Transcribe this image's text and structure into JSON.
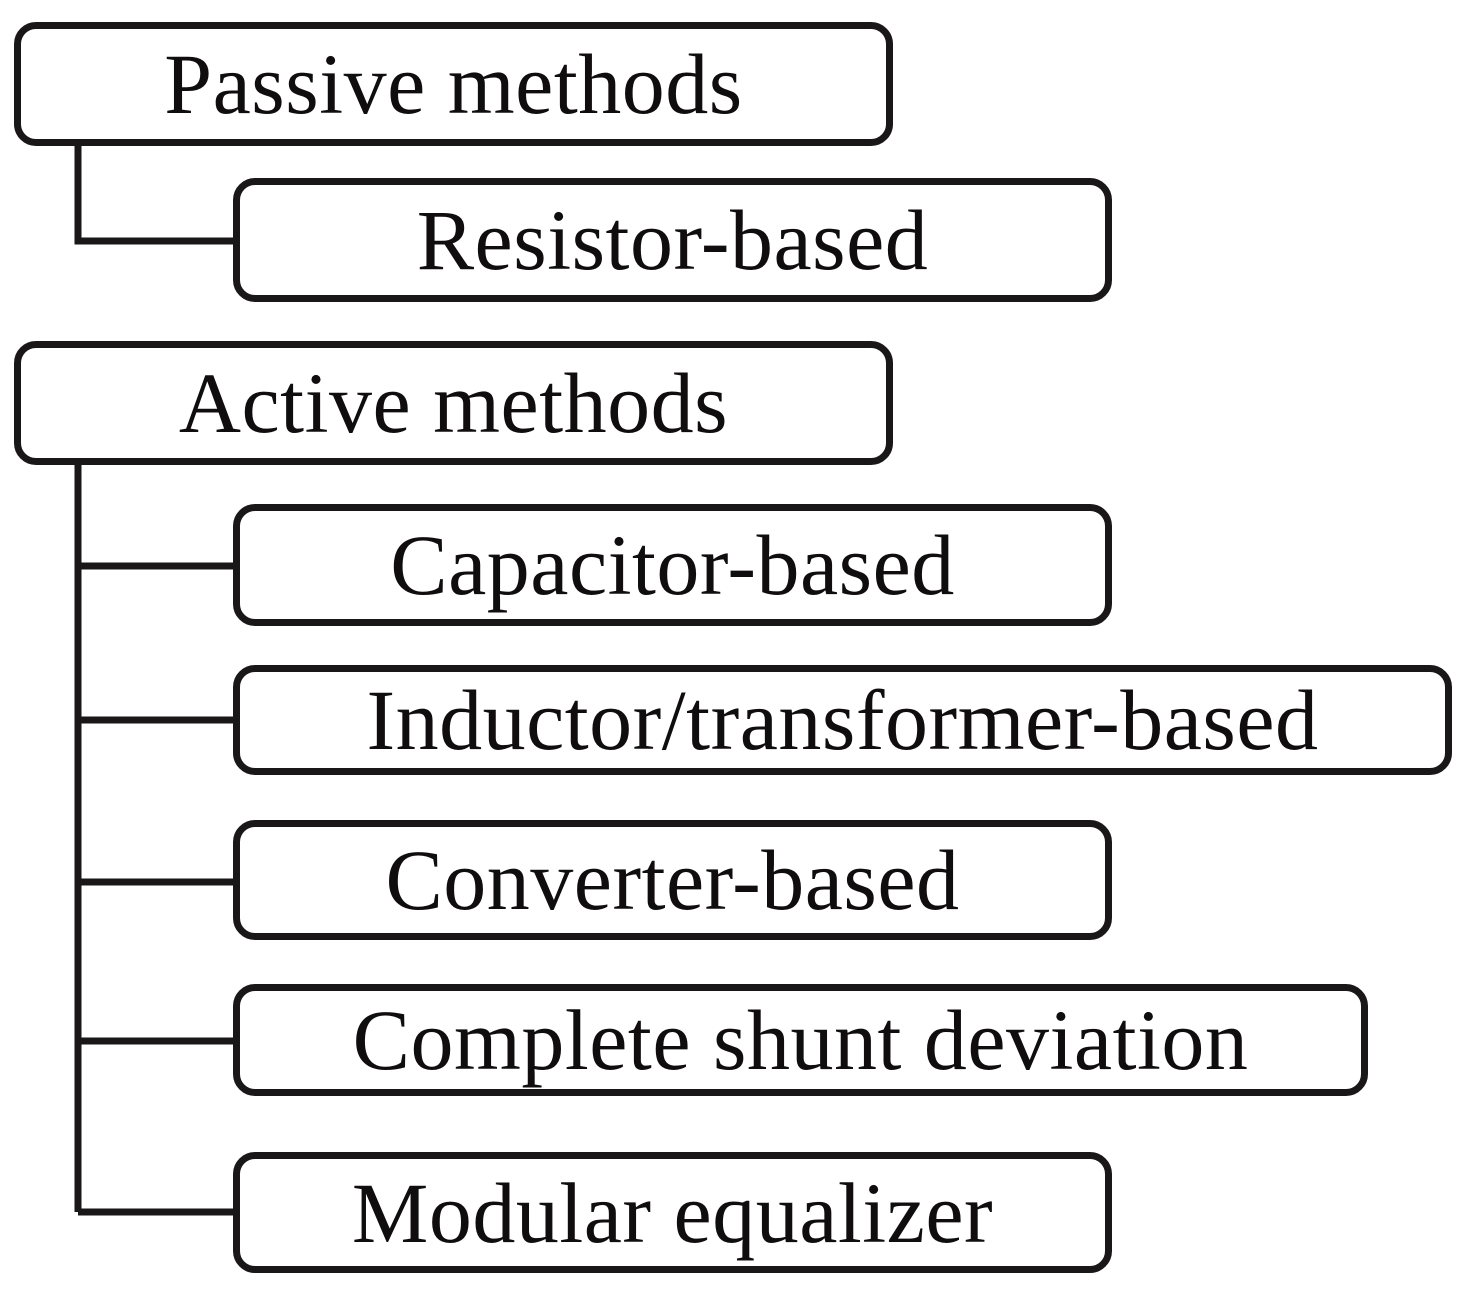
{
  "diagram": {
    "type": "tree",
    "title": "",
    "background_color": "#ffffff",
    "line_color": "#1a1718",
    "text_color": "#100d0e",
    "groups": [
      {
        "id": "passive",
        "root": {
          "label": "Passive methods"
        },
        "children": [
          {
            "label": "Resistor-based"
          }
        ]
      },
      {
        "id": "active",
        "root": {
          "label": "Active methods"
        },
        "children": [
          {
            "label": "Capacitor-based"
          },
          {
            "label": "Inductor/transformer-based"
          },
          {
            "label": "Converter-based"
          },
          {
            "label": "Complete shunt deviation"
          },
          {
            "label": "Modular equalizer"
          }
        ]
      }
    ],
    "nodes": {
      "passive_methods": "Passive methods",
      "resistor_based": "Resistor-based",
      "active_methods": "Active methods",
      "capacitor_based": "Capacitor-based",
      "inductor_transformer_based": "Inductor/transformer-based",
      "converter_based": "Converter-based",
      "complete_shunt_deviation": "Complete shunt deviation",
      "modular_equalizer": "Modular equalizer"
    }
  }
}
